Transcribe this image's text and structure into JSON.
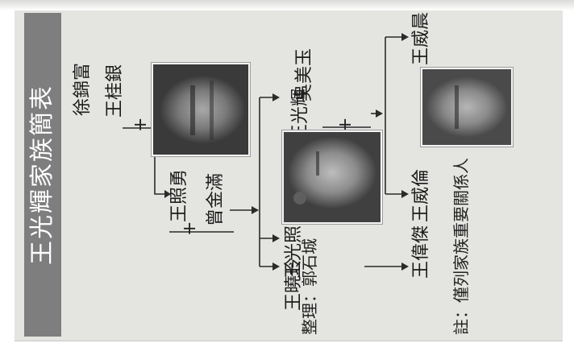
{
  "title": "王光輝家族簡表",
  "generation1": {
    "husband": "王桂銀",
    "plus": "+",
    "wife": "徐錦富"
  },
  "generation2": {
    "husband": "王照勇",
    "plus": "+",
    "wife": "曾金滿"
  },
  "generation3": {
    "eldest_left": "王曉玲",
    "second": "王光照",
    "husband": "王光輝",
    "plus": "+",
    "wife": "吳美玉"
  },
  "generation4": {
    "child_of_second": "王偉傑",
    "child_a": "王威倫",
    "child_b": "王威晨"
  },
  "footer": {
    "compiler": "整理：郭石城",
    "note": "註：僅列家族重要關係人"
  },
  "photos": [
    {
      "icon": "elder-portrait-photo"
    },
    {
      "icon": "flower-badge-portrait-photo"
    },
    {
      "icon": "young-portrait-photo"
    }
  ],
  "colors": {
    "title_bg": "#7e7e7e",
    "sheet_bg": "#e4e4e1",
    "text": "#1c1c1c"
  }
}
